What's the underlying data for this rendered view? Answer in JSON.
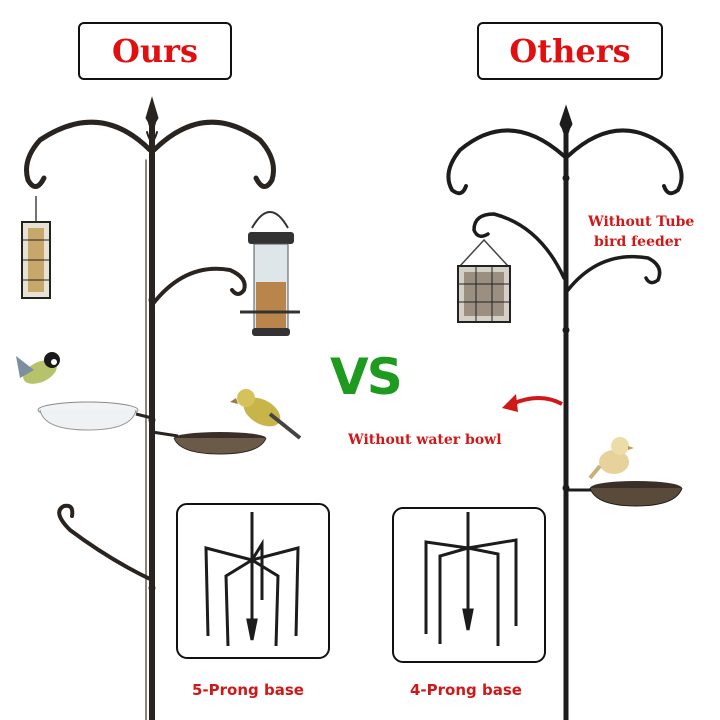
{
  "header": {
    "ours_label": "Ours",
    "others_label": "Others"
  },
  "center": {
    "vs_label": "VS"
  },
  "notes": {
    "tube_line1": "Without Tube",
    "tube_line2": "bird feeder",
    "water_bowl": "Without water bowl"
  },
  "bases": {
    "five_prong_caption": "5-Prong base",
    "four_prong_caption": "4-Prong base"
  },
  "colors": {
    "accent_red": "#d01818",
    "vs_green": "#1e9a1e",
    "metal": "#2a2420"
  }
}
